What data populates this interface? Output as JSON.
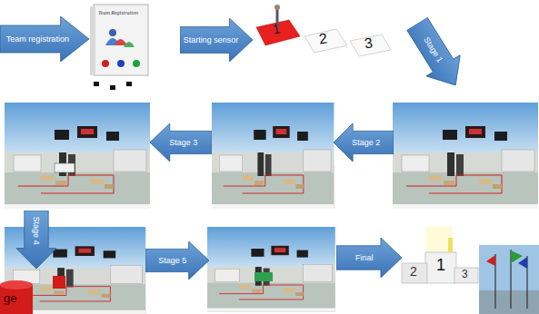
{
  "diagram": {
    "nodes": [
      {
        "text": [
          "Team registration"
        ]
      },
      {
        "text": [
          "Starting sensor"
        ]
      },
      {
        "text": [
          "Stage 1"
        ]
      },
      {
        "text": [
          "Stage 2"
        ]
      },
      {
        "text": [
          "Stage 3"
        ]
      },
      {
        "text": [
          "Stage 4"
        ]
      },
      {
        "text": [
          "Stage 5"
        ]
      },
      {
        "text": [
          "Final"
        ]
      }
    ],
    "labels": [
      "Team Registration",
      "1",
      "2",
      "3",
      "2",
      "1",
      "3",
      "ge"
    ]
  }
}
